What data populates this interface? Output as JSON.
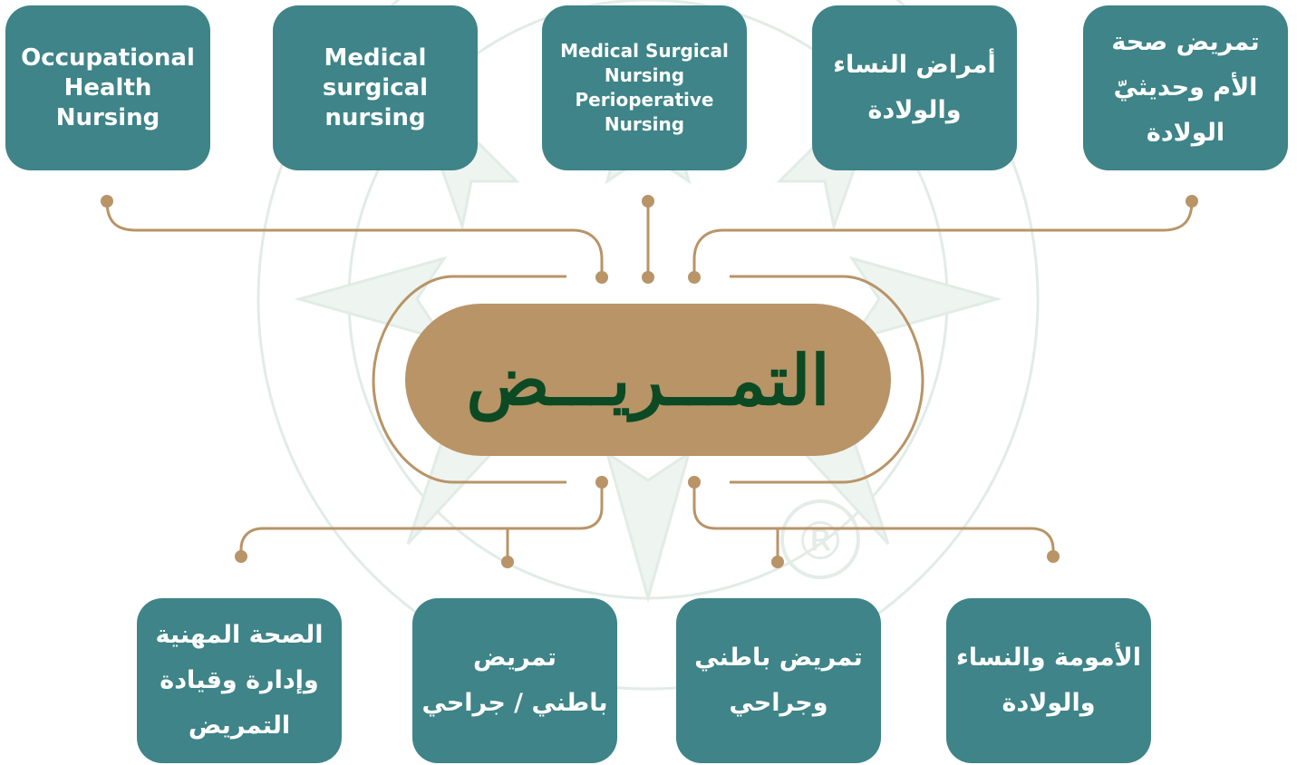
{
  "center": {
    "title": "التمـــريـــض"
  },
  "top_boxes": [
    {
      "text": "Occupational\nHealth\nNursing",
      "lang": "en"
    },
    {
      "text": "Medical\nsurgical\nnursing",
      "lang": "en"
    },
    {
      "text": "Medical Surgical\nNursing\nPerioperative\nNursing",
      "lang": "en"
    },
    {
      "text": "أمراض النساء\nوالولادة",
      "lang": "ar"
    },
    {
      "text": "تمريض صحة\nالأم وحديثيّ\nالولادة",
      "lang": "ar"
    }
  ],
  "bottom_boxes": [
    {
      "text": "الصحة المهنية\nوإدارة وقيادة\nالتمريض",
      "lang": "ar"
    },
    {
      "text": "تمريض\nباطني / جراحي",
      "lang": "ar"
    },
    {
      "text": "تمريض باطني\nوجراحي",
      "lang": "ar"
    },
    {
      "text": "الأمومة والنساء\nوالولادة",
      "lang": "ar"
    }
  ],
  "colors": {
    "box_fill": "#3e8488",
    "center_fill": "#b89467",
    "center_text": "#0c4a24",
    "connector": "#b89467",
    "watermark": "#e6efe9"
  },
  "watermark_symbol": "®"
}
